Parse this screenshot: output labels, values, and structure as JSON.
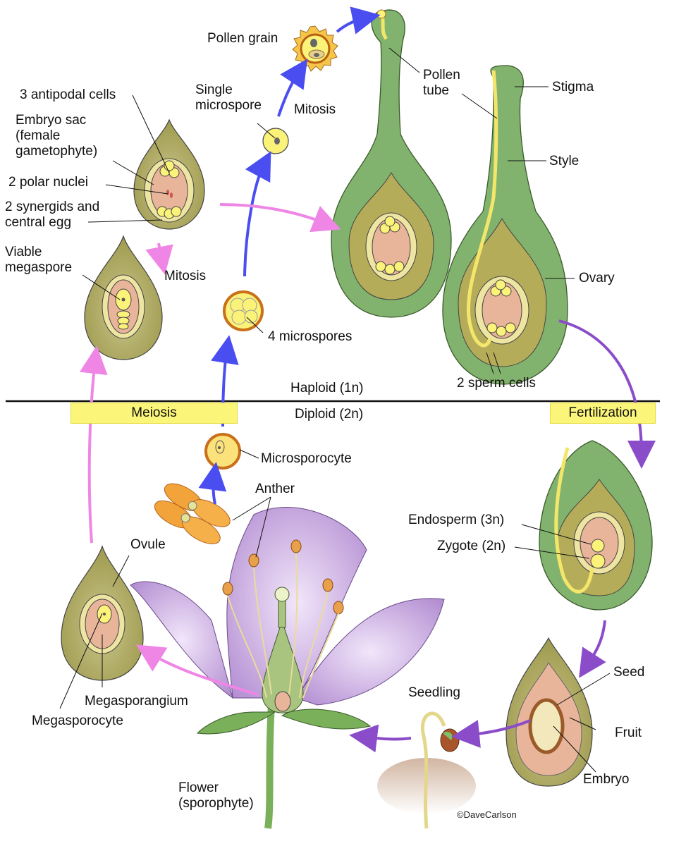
{
  "title": "Angiosperm life cycle",
  "phases": {
    "haploid": "Haploid (1n)",
    "diploid": "Diploid (2n)",
    "meiosis": "Meiosis",
    "fertilization": "Fertilization"
  },
  "labels": {
    "pollen_grain": "Pollen grain",
    "single_microspore": "Single\nmicrospore",
    "mitosis_top": "Mitosis",
    "pollen_tube": "Pollen\ntube",
    "stigma": "Stigma",
    "style": "Style",
    "ovary": "Ovary",
    "antipodal": "3 antipodal cells",
    "embryo_sac": "Embryo sac\n(female\ngametophyte)",
    "polar_nuclei": "2 polar nuclei",
    "synergids": "2 synergids and\ncentral egg",
    "viable_megaspore": "Viable\nmegaspore",
    "mitosis_left": "Mitosis",
    "four_microspores": "4 microspores",
    "sperm_cells": "2 sperm cells",
    "microsporocyte": "Microsporocyte",
    "anther": "Anther",
    "ovule": "Ovule",
    "megasporangium": "Megasporangium",
    "megasporocyte": "Megasporocyte",
    "flower": "Flower\n(sporophyte)",
    "endosperm": "Endosperm (3n)",
    "zygote": "Zygote (2n)",
    "seed": "Seed",
    "fruit": "Fruit",
    "embryo": "Embryo",
    "seedling": "Seedling"
  },
  "credit": "©DaveCarlson",
  "colors": {
    "blue_arrow": "#4a4ef0",
    "pink_arrow": "#ef86e6",
    "purple_arrow": "#8a4cc8",
    "phase_box": "#fbf57a",
    "ovule_olive": "#a8a85a",
    "carpel_green": "#82b36e",
    "nucellus": "#e8b59a",
    "petal": "#c9a9df"
  }
}
